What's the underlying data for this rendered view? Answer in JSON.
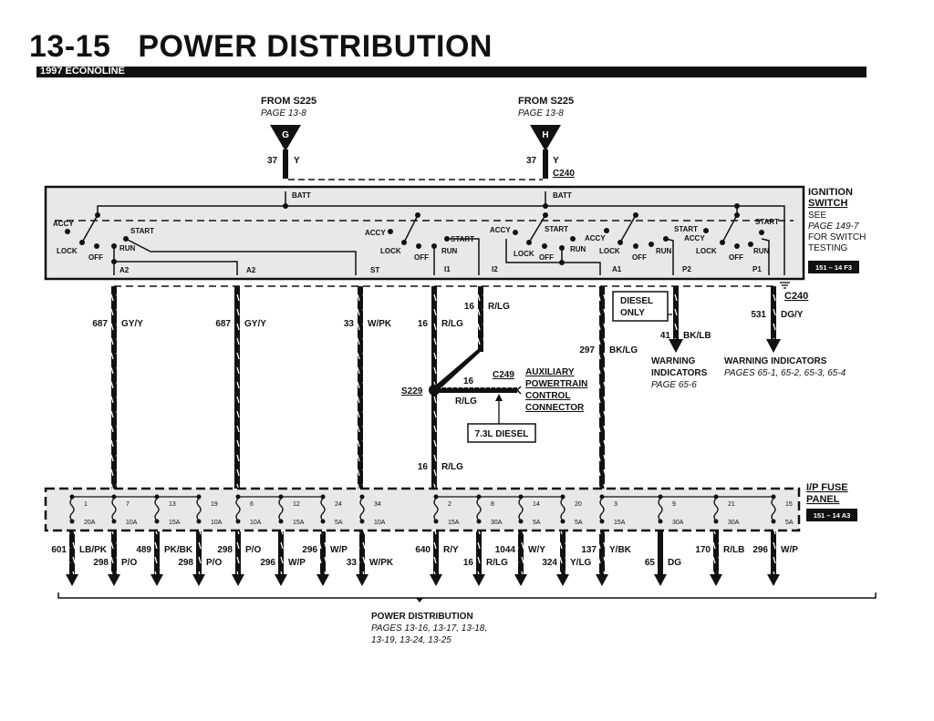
{
  "header": {
    "page_number": "13-15",
    "title": "POWER DISTRIBUTION",
    "vehicle": "1997 ECONOLINE"
  },
  "sources": [
    {
      "from": "FROM S225",
      "page": "PAGE 13-8",
      "connector_letter": "G",
      "circuit": "37",
      "color": "Y"
    },
    {
      "from": "FROM S225",
      "page": "PAGE 13-8",
      "connector_letter": "H",
      "circuit": "37",
      "color": "Y",
      "connector": "C240"
    }
  ],
  "ignition_switch": {
    "title_line1": "IGNITION",
    "title_line2": "SWITCH",
    "see": "SEE",
    "page": "PAGE 149-7",
    "note_line1": "FOR SWITCH",
    "note_line2": "TESTING",
    "ref": "151 – 14 F3",
    "batt_label": "BATT",
    "positions": {
      "accy": "ACCY",
      "lock": "LOCK",
      "off": "OFF",
      "run": "RUN",
      "start": "START"
    },
    "terminals": [
      "A2",
      "A2",
      "ST",
      "I1",
      "I2",
      "A1",
      "P2",
      "P1"
    ],
    "bottom_connector": "C240"
  },
  "mid_circuits": [
    {
      "circuit": "687",
      "color": "GY/Y"
    },
    {
      "circuit": "687",
      "color": "GY/Y"
    },
    {
      "circuit": "33",
      "color": "W/PK"
    },
    {
      "circuit": "16",
      "color": "R/LG"
    },
    {
      "circuit": "16",
      "color": "R/LG"
    },
    {
      "circuit": "297",
      "color": "BK/LG"
    },
    {
      "circuit": "41",
      "color": "BK/LB"
    },
    {
      "circuit": "531",
      "color": "DG/Y"
    },
    {
      "circuit": "16",
      "color": "R/LG"
    }
  ],
  "splice": {
    "name": "S229",
    "branch_circuit": "16",
    "branch_color": "R/LG",
    "connector": "C249",
    "dest_line1": "AUXILIARY",
    "dest_line2": "POWERTRAIN",
    "dest_line3": "CONTROL",
    "dest_line4": "CONNECTOR",
    "option": "7.3L DIESEL"
  },
  "diesel_only": {
    "line1": "DIESEL",
    "line2": "ONLY"
  },
  "warnings": [
    {
      "title_line1": "WARNING",
      "title_line2": "INDICATORS",
      "page": "PAGE 65-6"
    },
    {
      "title": "WARNING INDICATORS",
      "page": "PAGES 65-1, 65-2, 65-3, 65-4"
    }
  ],
  "fuse_panel": {
    "title_line1": "I/P FUSE",
    "title_line2": "PANEL",
    "ref": "151 – 14 A3",
    "fuses": [
      {
        "num": "1",
        "amps": "20A"
      },
      {
        "num": "7",
        "amps": "10A"
      },
      {
        "num": "13",
        "amps": "15A"
      },
      {
        "num": "19",
        "amps": "10A"
      },
      {
        "num": "6",
        "amps": "10A"
      },
      {
        "num": "12",
        "amps": "15A"
      },
      {
        "num": "24",
        "amps": "5A"
      },
      {
        "num": "34",
        "amps": "10A"
      },
      {
        "num": "2",
        "amps": "15A"
      },
      {
        "num": "8",
        "amps": "30A"
      },
      {
        "num": "14",
        "amps": "5A"
      },
      {
        "num": "20",
        "amps": "5A"
      },
      {
        "num": "3",
        "amps": "15A"
      },
      {
        "num": "9",
        "amps": "30A"
      },
      {
        "num": "21",
        "amps": "30A"
      },
      {
        "num": "15",
        "amps": "5A"
      }
    ]
  },
  "outputs": [
    {
      "circuit": "601",
      "color": "LB/PK"
    },
    {
      "circuit": "298",
      "color": "P/O"
    },
    {
      "circuit": "489",
      "color": "PK/BK"
    },
    {
      "circuit": "298",
      "color": "P/O"
    },
    {
      "circuit": "298",
      "color": "P/O"
    },
    {
      "circuit": "296",
      "color": "W/P"
    },
    {
      "circuit": "296",
      "color": "W/P"
    },
    {
      "circuit": "33",
      "color": "W/PK"
    },
    {
      "circuit": "640",
      "color": "R/Y"
    },
    {
      "circuit": "16",
      "color": "R/LG"
    },
    {
      "circuit": "1044",
      "color": "W/Y"
    },
    {
      "circuit": "324",
      "color": "Y/LG"
    },
    {
      "circuit": "137",
      "color": "Y/BK"
    },
    {
      "circuit": "65",
      "color": "DG"
    },
    {
      "circuit": "170",
      "color": "R/LB"
    },
    {
      "circuit": "296",
      "color": "W/P"
    }
  ],
  "footer": {
    "title": "POWER DISTRIBUTION",
    "pages_line1": "PAGES 13-16, 13-17, 13-18,",
    "pages_line2": "13-19, 13-24, 13-25"
  }
}
